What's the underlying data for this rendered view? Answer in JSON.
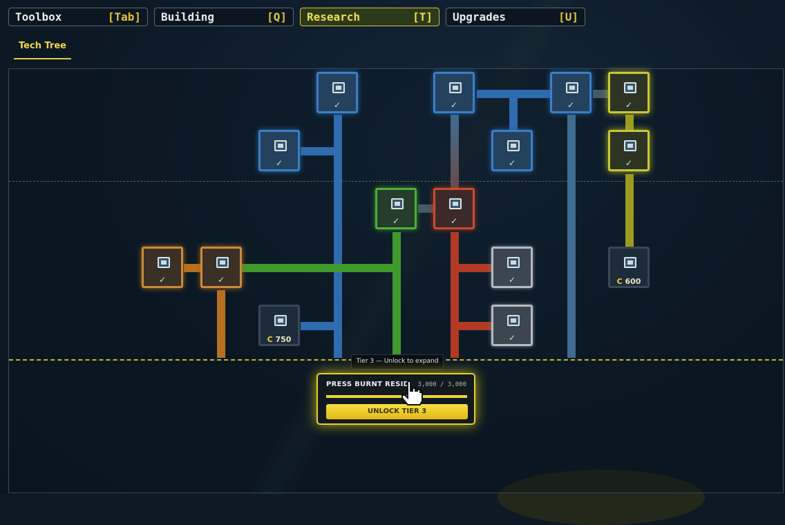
{
  "tabs": [
    {
      "label": "Toolbox",
      "key": "[Tab]"
    },
    {
      "label": "Building",
      "key": "[Q]"
    },
    {
      "label": "Research",
      "key": "[T]"
    },
    {
      "label": "Upgrades",
      "key": "[U]"
    }
  ],
  "subtab": "Tech Tree",
  "nodes": {
    "check": "✓",
    "cost_750": "750",
    "cost_600": "600"
  },
  "tooltip": "Tier 3 — Unlock to expand",
  "unlock": {
    "name": "PRESS BURNT RESID",
    "progress_text": "3,000 / 3,000",
    "progress": 1.0,
    "button": "UNLOCK TIER 3"
  },
  "colors": {
    "accent": "#e6d02c",
    "blue": "#3c7ec8",
    "green": "#4db03a",
    "red": "#cc4a30",
    "orange": "#cc8a3c",
    "olive": "#c8c838"
  }
}
